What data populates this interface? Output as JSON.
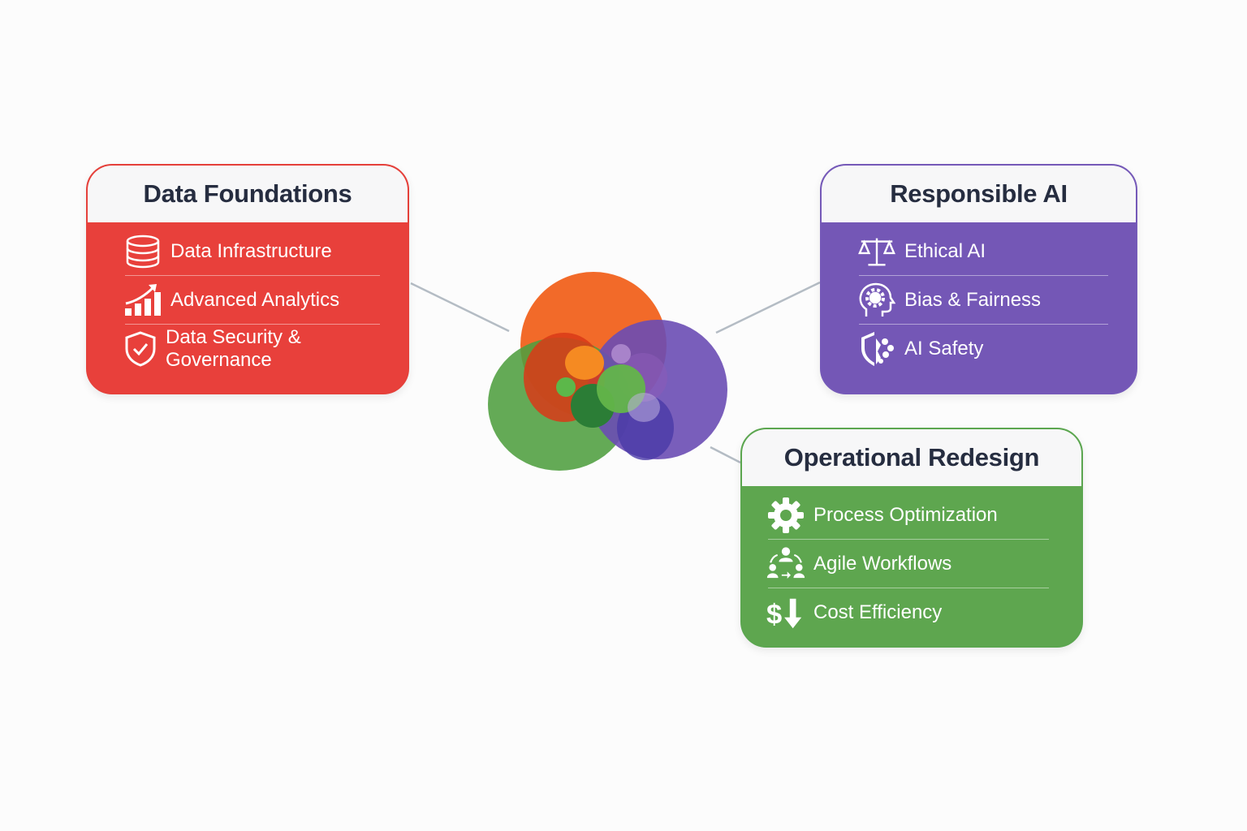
{
  "cards": {
    "data_foundations": {
      "title": "Data Foundations",
      "color": "#e8403b",
      "items": [
        {
          "label": "Data Infrastructure",
          "icon": "database-icon"
        },
        {
          "label": "Advanced Analytics",
          "icon": "chart-growth-icon"
        },
        {
          "label": "Data Security & Governance",
          "icon": "shield-check-icon"
        }
      ]
    },
    "responsible_ai": {
      "title": "Responsible AI",
      "color": "#7457b6",
      "items": [
        {
          "label": "Ethical AI",
          "icon": "scales-icon"
        },
        {
          "label": "Bias & Fairness",
          "icon": "head-gear-icon"
        },
        {
          "label": "AI Safety",
          "icon": "shield-network-icon"
        }
      ]
    },
    "operational_redesign": {
      "title": "Operational Redesign",
      "color": "#5ea64f",
      "items": [
        {
          "label": "Process Optimization",
          "icon": "gear-icon"
        },
        {
          "label": "Agile Workflows",
          "icon": "team-cycle-icon"
        },
        {
          "label": "Cost Efficiency",
          "icon": "dollar-down-icon"
        }
      ]
    }
  },
  "center": {
    "colors": {
      "orange": "#f26522",
      "green": "#5ea64f",
      "purple": "#7457b6"
    }
  }
}
